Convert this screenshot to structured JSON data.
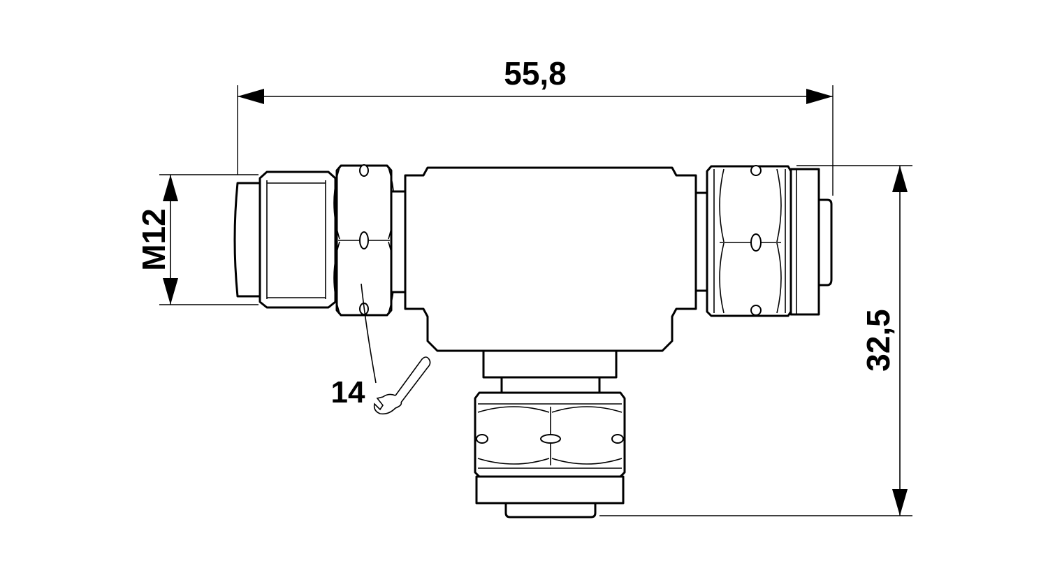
{
  "dimensions": {
    "overall_width": "55,8",
    "overall_height": "32,5",
    "thread": "M12"
  },
  "callouts": {
    "wrench_size": "14"
  },
  "colors": {
    "line": "#000000",
    "background": "#ffffff"
  },
  "icons": {
    "wrench": "wrench-icon"
  }
}
